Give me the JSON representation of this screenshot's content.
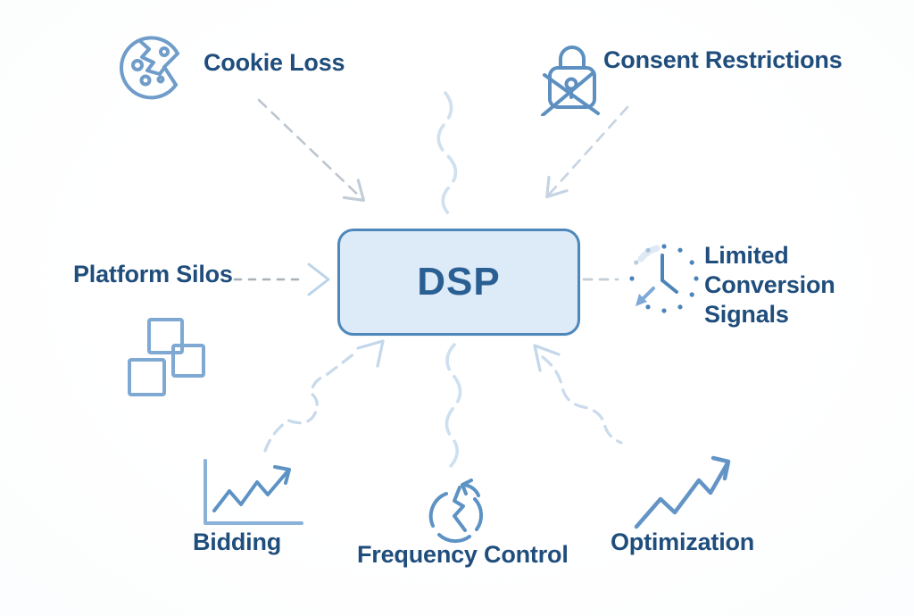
{
  "diagram": {
    "title_context": "DSP challenges diagram",
    "center": {
      "label": "DSP",
      "fill_color": "#ddeaf7",
      "border_color": "#4e88ba",
      "text_color": "#2a5f94"
    },
    "nodes": [
      {
        "id": "cookie-loss",
        "label": "Cookie Loss",
        "icon": "broken-cookie-icon",
        "position": "top-left"
      },
      {
        "id": "consent-restrictions",
        "label": "Consent Restrictions",
        "icon": "crossed-padlock-icon",
        "position": "top-right"
      },
      {
        "id": "platform-silos",
        "label": "Platform Silos",
        "icon": "stacked-squares-icon",
        "position": "left"
      },
      {
        "id": "limited-conversion-signals",
        "label": "Limited Conversion Signals",
        "icon": "dotted-clock-icon",
        "position": "right"
      },
      {
        "id": "bidding",
        "label": "Bidding",
        "icon": "bid-chart-icon",
        "position": "bottom-left"
      },
      {
        "id": "frequency-control",
        "label": "Frequency Control",
        "icon": "cycle-clock-icon",
        "position": "bottom-center"
      },
      {
        "id": "optimization",
        "label": "Optimization",
        "icon": "trend-up-arrow-icon",
        "position": "bottom-right"
      }
    ],
    "colors": {
      "label_text": "#1f4d7c",
      "icon_stroke_primary": "#5d92c4",
      "icon_stroke_light": "#7fa9d3",
      "connector_dashed_gray": "#b6c0c9",
      "connector_dashed_blue": "#c6d6e5",
      "connector_wavy_blue": "#cfe0ef",
      "arrowhead_blue": "#bdd4e9"
    }
  }
}
